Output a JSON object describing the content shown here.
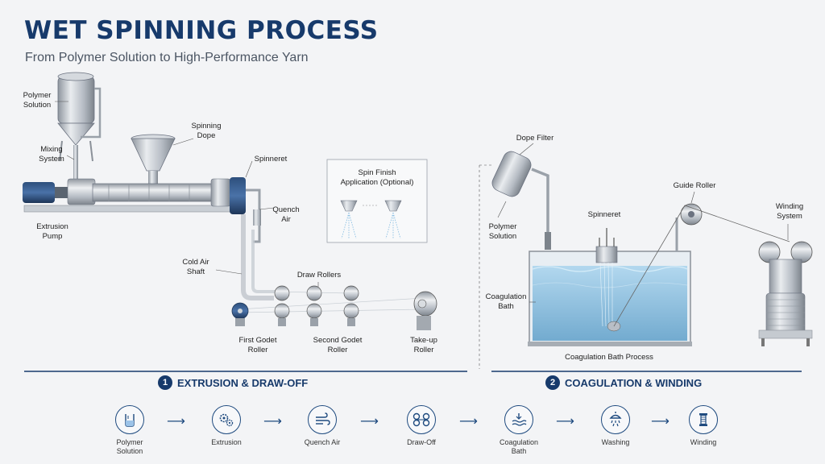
{
  "header": {
    "title": "WET SPINNING PROCESS",
    "subtitle": "From Polymer Solution to High-Performance Yarn"
  },
  "left_labels": {
    "polymer_solution": "Polymer\nSolution",
    "mixing_system": "Mixing\nSystem",
    "spinning_dope": "Spinning\nDope",
    "spinneret": "Spinneret",
    "quench_air": "Quench\nAir",
    "extrusion_pump": "Extrusion\nPump",
    "cold_air_shaft": "Cold Air\nShaft",
    "draw_rollers": "Draw Rollers",
    "first_godet": "First Godet\nRoller",
    "second_godet": "Second Godet\nRoller",
    "take_up": "Take-up\nRoller",
    "spin_finish": "Spin Finish\nApplication (Optional)"
  },
  "right_labels": {
    "dope_filter": "Dope Filter",
    "polymer_solution": "Polymer\nSolution",
    "spinneret": "Spinneret",
    "guide_roller": "Guide Roller",
    "winding_system": "Winding\nSystem",
    "coagulation_bath": "Coagulation\nBath",
    "bath_process": "Coagulation Bath Process"
  },
  "sections": [
    {
      "number": "1",
      "title": "EXTRUSION & DRAW-OFF"
    },
    {
      "number": "2",
      "title": "COAGULATION & WINDING"
    }
  ],
  "steps": [
    {
      "label": "Polymer\nSolution",
      "icon": "beaker-icon"
    },
    {
      "label": "Extrusion",
      "icon": "gears-icon"
    },
    {
      "label": "Quench Air",
      "icon": "wind-icon"
    },
    {
      "label": "Draw-Off",
      "icon": "rollers-icon"
    },
    {
      "label": "Coagulation\nBath",
      "icon": "bath-icon"
    },
    {
      "label": "Washing",
      "icon": "shower-icon"
    },
    {
      "label": "Winding",
      "icon": "spool-icon"
    }
  ],
  "colors": {
    "accent": "#173a6b",
    "steel": "#b8bec6",
    "water": "#8cc4e6"
  }
}
